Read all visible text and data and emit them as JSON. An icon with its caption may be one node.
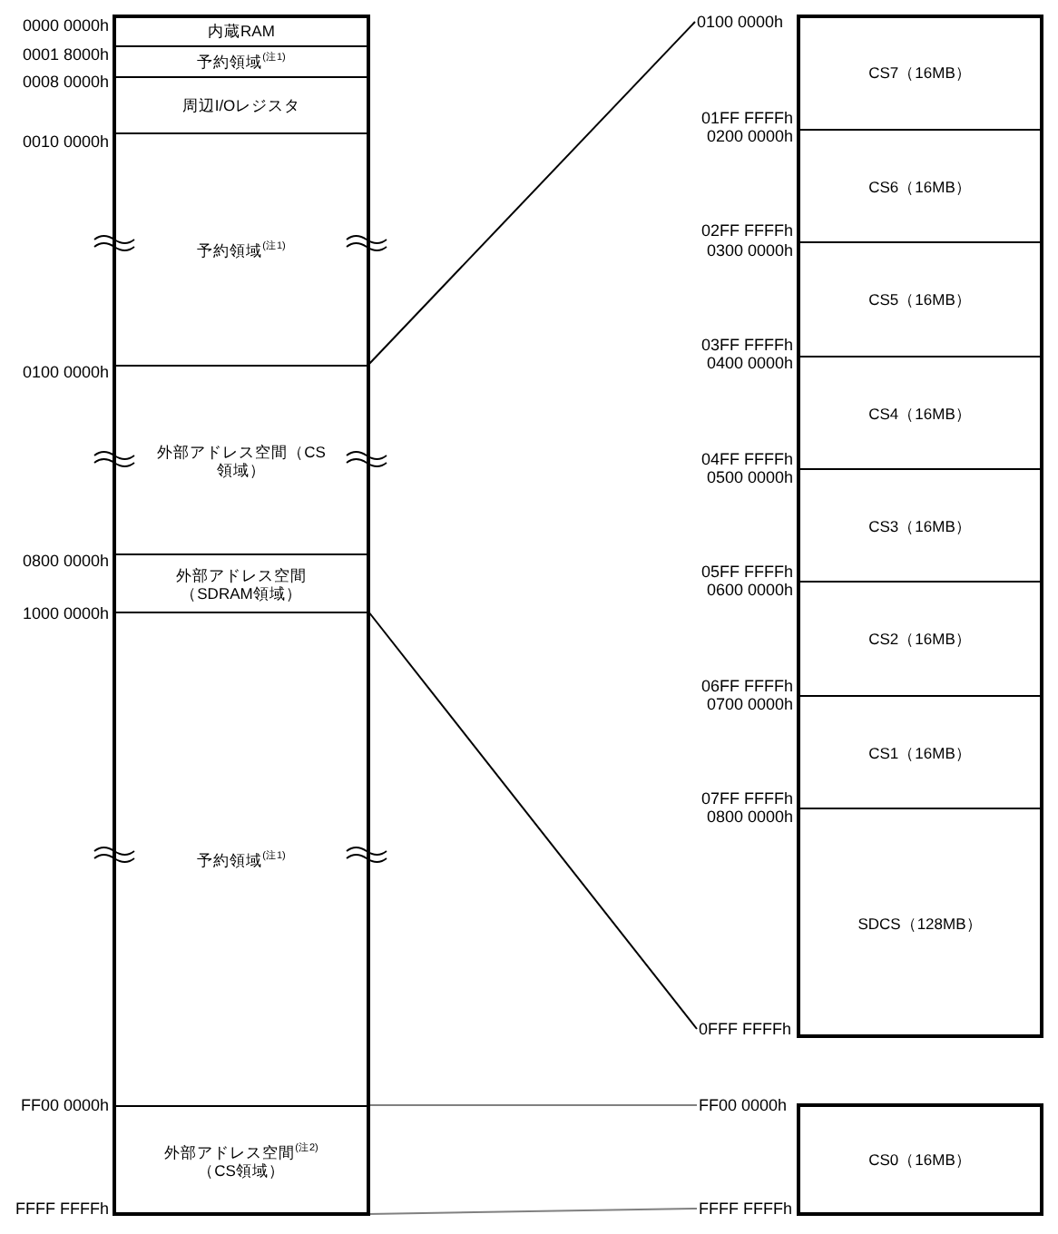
{
  "diagram": {
    "nodes": [
      {
        "text": [
          "内蔵RAM"
        ]
      },
      {
        "text": [
          "予約領域$^{(注1)}$"
        ]
      },
      {
        "text": [
          "周辺I/Oレジスタ"
        ]
      },
      {
        "text": [
          "予約領域$^{(注1)}$"
        ]
      },
      {
        "text": [
          "外部アドレス空間（CS領域）"
        ]
      },
      {
        "text": [
          "外部アドレス空間（SDRAM領域）"
        ]
      },
      {
        "text": [
          "予約領域$^{(注1)}$"
        ]
      },
      {
        "text": [
          "外部アドレス空間$^{(注2)}$（CS領域）"
        ]
      },
      {
        "text": [
          "CS7（16MB）"
        ]
      },
      {
        "text": [
          "CS6（16MB）"
        ]
      },
      {
        "text": [
          "CS5（16MB）"
        ]
      },
      {
        "text": [
          "CS4（16MB）"
        ]
      },
      {
        "text": [
          "CS3（16MB）"
        ]
      },
      {
        "text": [
          "CS2（16MB）"
        ]
      },
      {
        "text": [
          "CS1（16MB）"
        ]
      },
      {
        "text": [
          "SDCS（128MB）"
        ]
      },
      {
        "text": [
          "CS0（16MB）"
        ]
      },
      {
        "text": [
          "0100 0000h"
        ]
      },
      {
        "text": [
          "0FFF FFFFh"
        ]
      },
      {
        "text": [
          "FF00 0000h"
        ]
      },
      {
        "text": [
          "FFFF FFFFh"
        ]
      }
    ],
    "edges": [
      {
        "from": 4,
        "to": 17,
        "arrow": "none"
      },
      {
        "from": 5,
        "to": 18,
        "arrow": "none"
      },
      {
        "from": 7,
        "to": 19,
        "arrow": "none",
        "color": "#808080"
      },
      {
        "from": 7,
        "to": 20,
        "arrow": "none",
        "color": "#808080"
      }
    ],
    "labels": [
      "0000 0000h",
      "0001 8000h",
      "0008 0000h",
      "0010 0000h",
      "0100 0000h",
      "0800 0000h",
      "1000 0000h",
      "FF00 0000h",
      "FFFF FFFFh",
      "01FF FFFFh",
      "0200 0000h",
      "02FF FFFFh",
      "0300 0000h",
      "03FF FFFFh",
      "0400 0000h",
      "04FF FFFFh",
      "0500 0000h",
      "05FF FFFFh",
      "0600 0000h",
      "06FF FFFFh",
      "0700 0000h",
      "07FF FFFFh",
      "0800 0000h"
    ]
  }
}
